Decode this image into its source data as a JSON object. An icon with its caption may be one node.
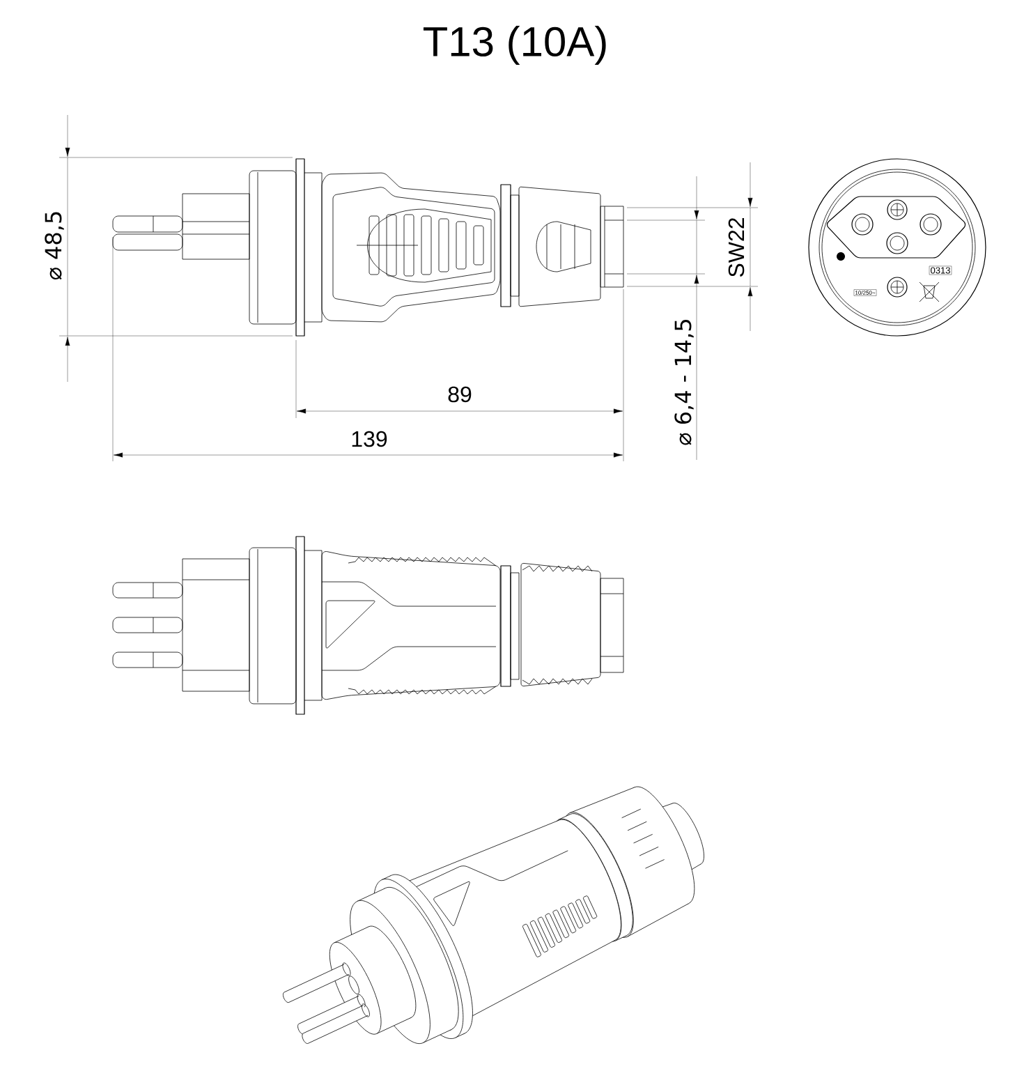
{
  "diagram": {
    "title": "T13 (10A)",
    "labels": [
      "⌀ 48,5",
      "SW22",
      "0313",
      "10/250~",
      "⌀ 6,4 - 14,5",
      "89",
      "139"
    ]
  }
}
